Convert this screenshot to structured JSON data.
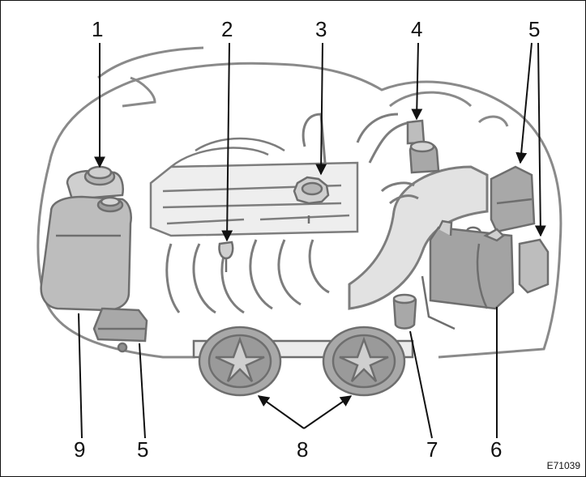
{
  "callouts": {
    "c1": "1",
    "c2": "2",
    "c3": "3",
    "c4": "4",
    "c5_top": "5",
    "c5_bottom": "5",
    "c6": "6",
    "c7": "7",
    "c8": "8",
    "c9": "9"
  },
  "figure_code": "E71039",
  "colors": {
    "outline": "#7d7d7d",
    "fill_light": "#d9d9d9",
    "fill_mid": "#b8b8b8",
    "fill_dark": "#8f8f8f",
    "leader": "#111111"
  }
}
